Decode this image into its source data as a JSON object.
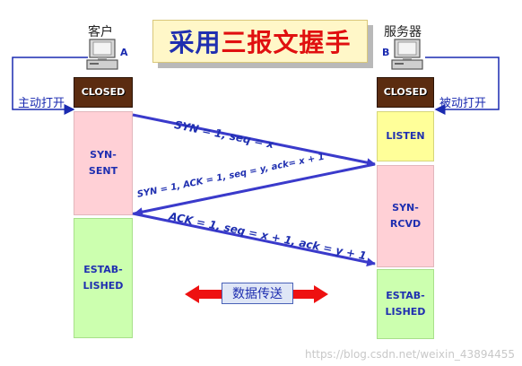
{
  "title": {
    "part1": "采用",
    "part2": "三报文握手"
  },
  "client": {
    "label": "客户",
    "letter": "A",
    "open_label": "主动打开"
  },
  "server": {
    "label": "服务器",
    "letter": "B",
    "open_label": "被动打开"
  },
  "client_states": [
    "CLOSED",
    "SYN-\nSENT",
    "ESTAB-\nLISHED"
  ],
  "server_states": [
    "CLOSED",
    "LISTEN",
    "SYN-\nRCVD",
    "ESTAB-\nLISHED"
  ],
  "messages": [
    "SYN = 1, seq = x",
    "SYN = 1, ACK = 1, seq = y, ack= x + 1",
    "ACK = 1, seq = x + 1, ack = y + 1"
  ],
  "data_transfer_label": "数据传送",
  "watermark": "https://blog.csdn.net/weixin_43894455",
  "colors": {
    "arrow": "#3a3acb",
    "open_line": "#1a2ab0",
    "closed": "#5b2c10",
    "pink": "#ffd0d6",
    "green": "#ccffaf",
    "yellow": "#ffff99",
    "data_arrow": "#ee1111"
  }
}
